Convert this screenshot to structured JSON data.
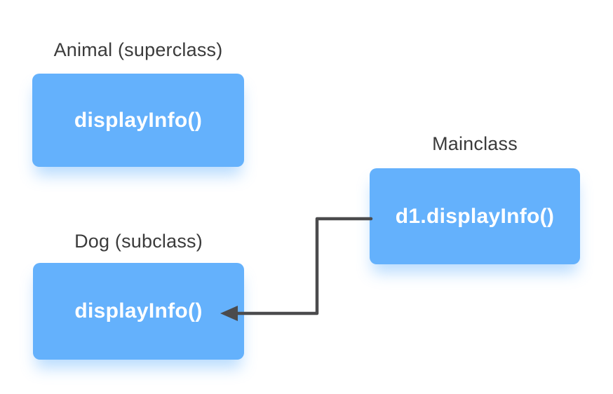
{
  "colors": {
    "background": "#FFFFFF",
    "node_fill": "#64B1FC",
    "node_text": "#FFFFFF",
    "label_text": "#3B3B3B",
    "arrow": "#4B4B4D"
  },
  "diagram": {
    "nodes": [
      {
        "label": "Animal (superclass)",
        "method": "displayInfo()"
      },
      {
        "label": "Mainclass",
        "method": "d1.displayInfo()"
      },
      {
        "label": "Dog (subclass)",
        "method": "displayInfo()"
      }
    ],
    "connector": {
      "from": "Mainclass",
      "to": "Dog (subclass)",
      "style": "elbow",
      "arrowhead": "left-pointing-triangle"
    }
  }
}
